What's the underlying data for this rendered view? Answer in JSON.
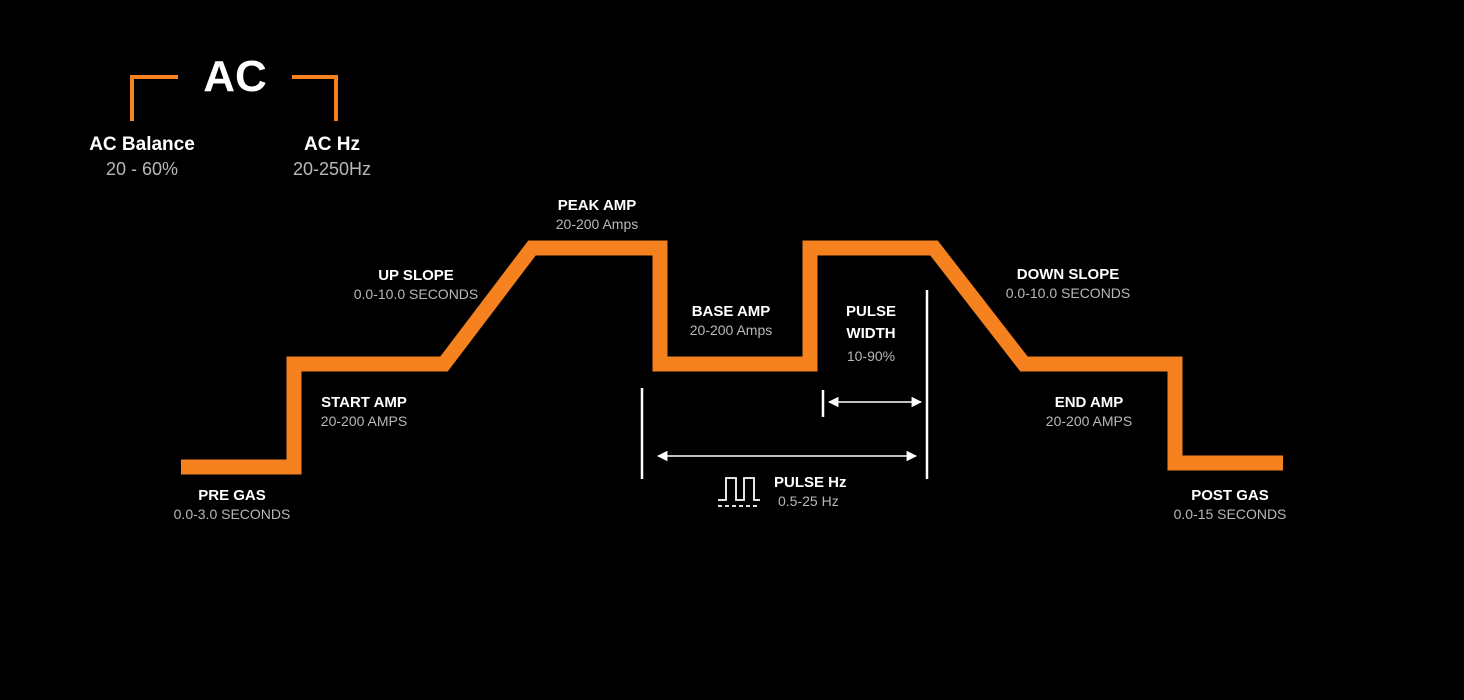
{
  "colors": {
    "background": "#000000",
    "trace": "#f5821f",
    "text": "#ffffff",
    "subtext": "#b8b8b8"
  },
  "ac": {
    "title": "AC",
    "balance": {
      "title": "AC Balance",
      "value": "20 - 60%"
    },
    "hz": {
      "title": "AC Hz",
      "value": "20-250Hz"
    }
  },
  "stages": {
    "pre_gas": {
      "title": "PRE GAS",
      "value": "0.0-3.0 SECONDS"
    },
    "start_amp": {
      "title": "START AMP",
      "value": "20-200 AMPS"
    },
    "up_slope": {
      "title": "UP SLOPE",
      "value": "0.0-10.0 SECONDS"
    },
    "peak_amp": {
      "title": "PEAK AMP",
      "value": "20-200 Amps"
    },
    "base_amp": {
      "title": "BASE AMP",
      "value": "20-200 Amps"
    },
    "pulse_width": {
      "title_line1": "PULSE",
      "title_line2": "WIDTH",
      "value": "10-90%"
    },
    "pulse_hz": {
      "title": "PULSE Hz",
      "value": "0.5-25 Hz",
      "icon": "square-wave-icon"
    },
    "down_slope": {
      "title": "DOWN SLOPE",
      "value": "0.0-10.0 SECONDS"
    },
    "end_amp": {
      "title": "END AMP",
      "value": "20-200 AMPS"
    },
    "post_gas": {
      "title": "POST GAS",
      "value": "0.0-15 SECONDS"
    }
  }
}
